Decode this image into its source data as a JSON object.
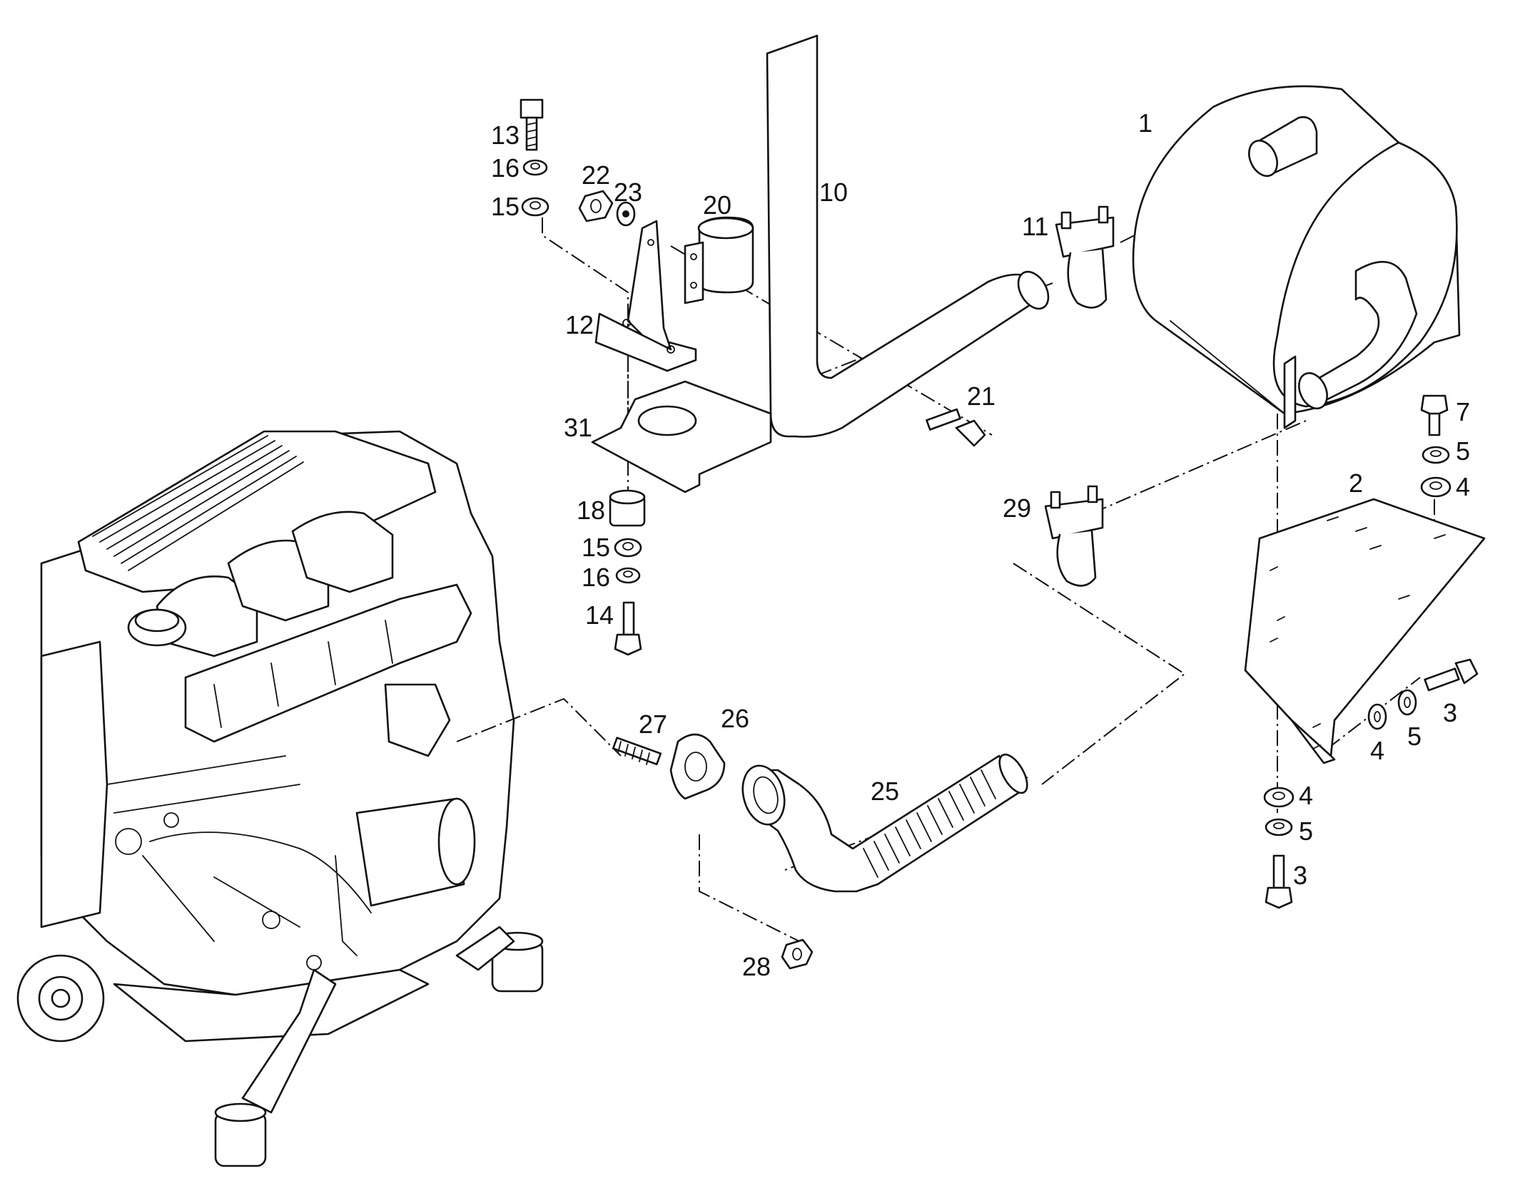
{
  "diagram": {
    "callouts": [
      {
        "id": "c1",
        "text": "1"
      },
      {
        "id": "c2",
        "text": "2"
      },
      {
        "id": "c3a",
        "text": "3"
      },
      {
        "id": "c3b",
        "text": "3"
      },
      {
        "id": "c4a",
        "text": "4"
      },
      {
        "id": "c4b",
        "text": "4"
      },
      {
        "id": "c4c",
        "text": "4"
      },
      {
        "id": "c5a",
        "text": "5"
      },
      {
        "id": "c5b",
        "text": "5"
      },
      {
        "id": "c5c",
        "text": "5"
      },
      {
        "id": "c7",
        "text": "7"
      },
      {
        "id": "c10",
        "text": "10"
      },
      {
        "id": "c11",
        "text": "11"
      },
      {
        "id": "c12",
        "text": "12"
      },
      {
        "id": "c13",
        "text": "13"
      },
      {
        "id": "c14",
        "text": "14"
      },
      {
        "id": "c15a",
        "text": "15"
      },
      {
        "id": "c15b",
        "text": "15"
      },
      {
        "id": "c16a",
        "text": "16"
      },
      {
        "id": "c16b",
        "text": "16"
      },
      {
        "id": "c18",
        "text": "18"
      },
      {
        "id": "c20",
        "text": "20"
      },
      {
        "id": "c21",
        "text": "21"
      },
      {
        "id": "c22",
        "text": "22"
      },
      {
        "id": "c23",
        "text": "23"
      },
      {
        "id": "c25",
        "text": "25"
      },
      {
        "id": "c26",
        "text": "26"
      },
      {
        "id": "c27",
        "text": "27"
      },
      {
        "id": "c28",
        "text": "28"
      },
      {
        "id": "c29",
        "text": "29"
      },
      {
        "id": "c31",
        "text": "31"
      }
    ]
  }
}
